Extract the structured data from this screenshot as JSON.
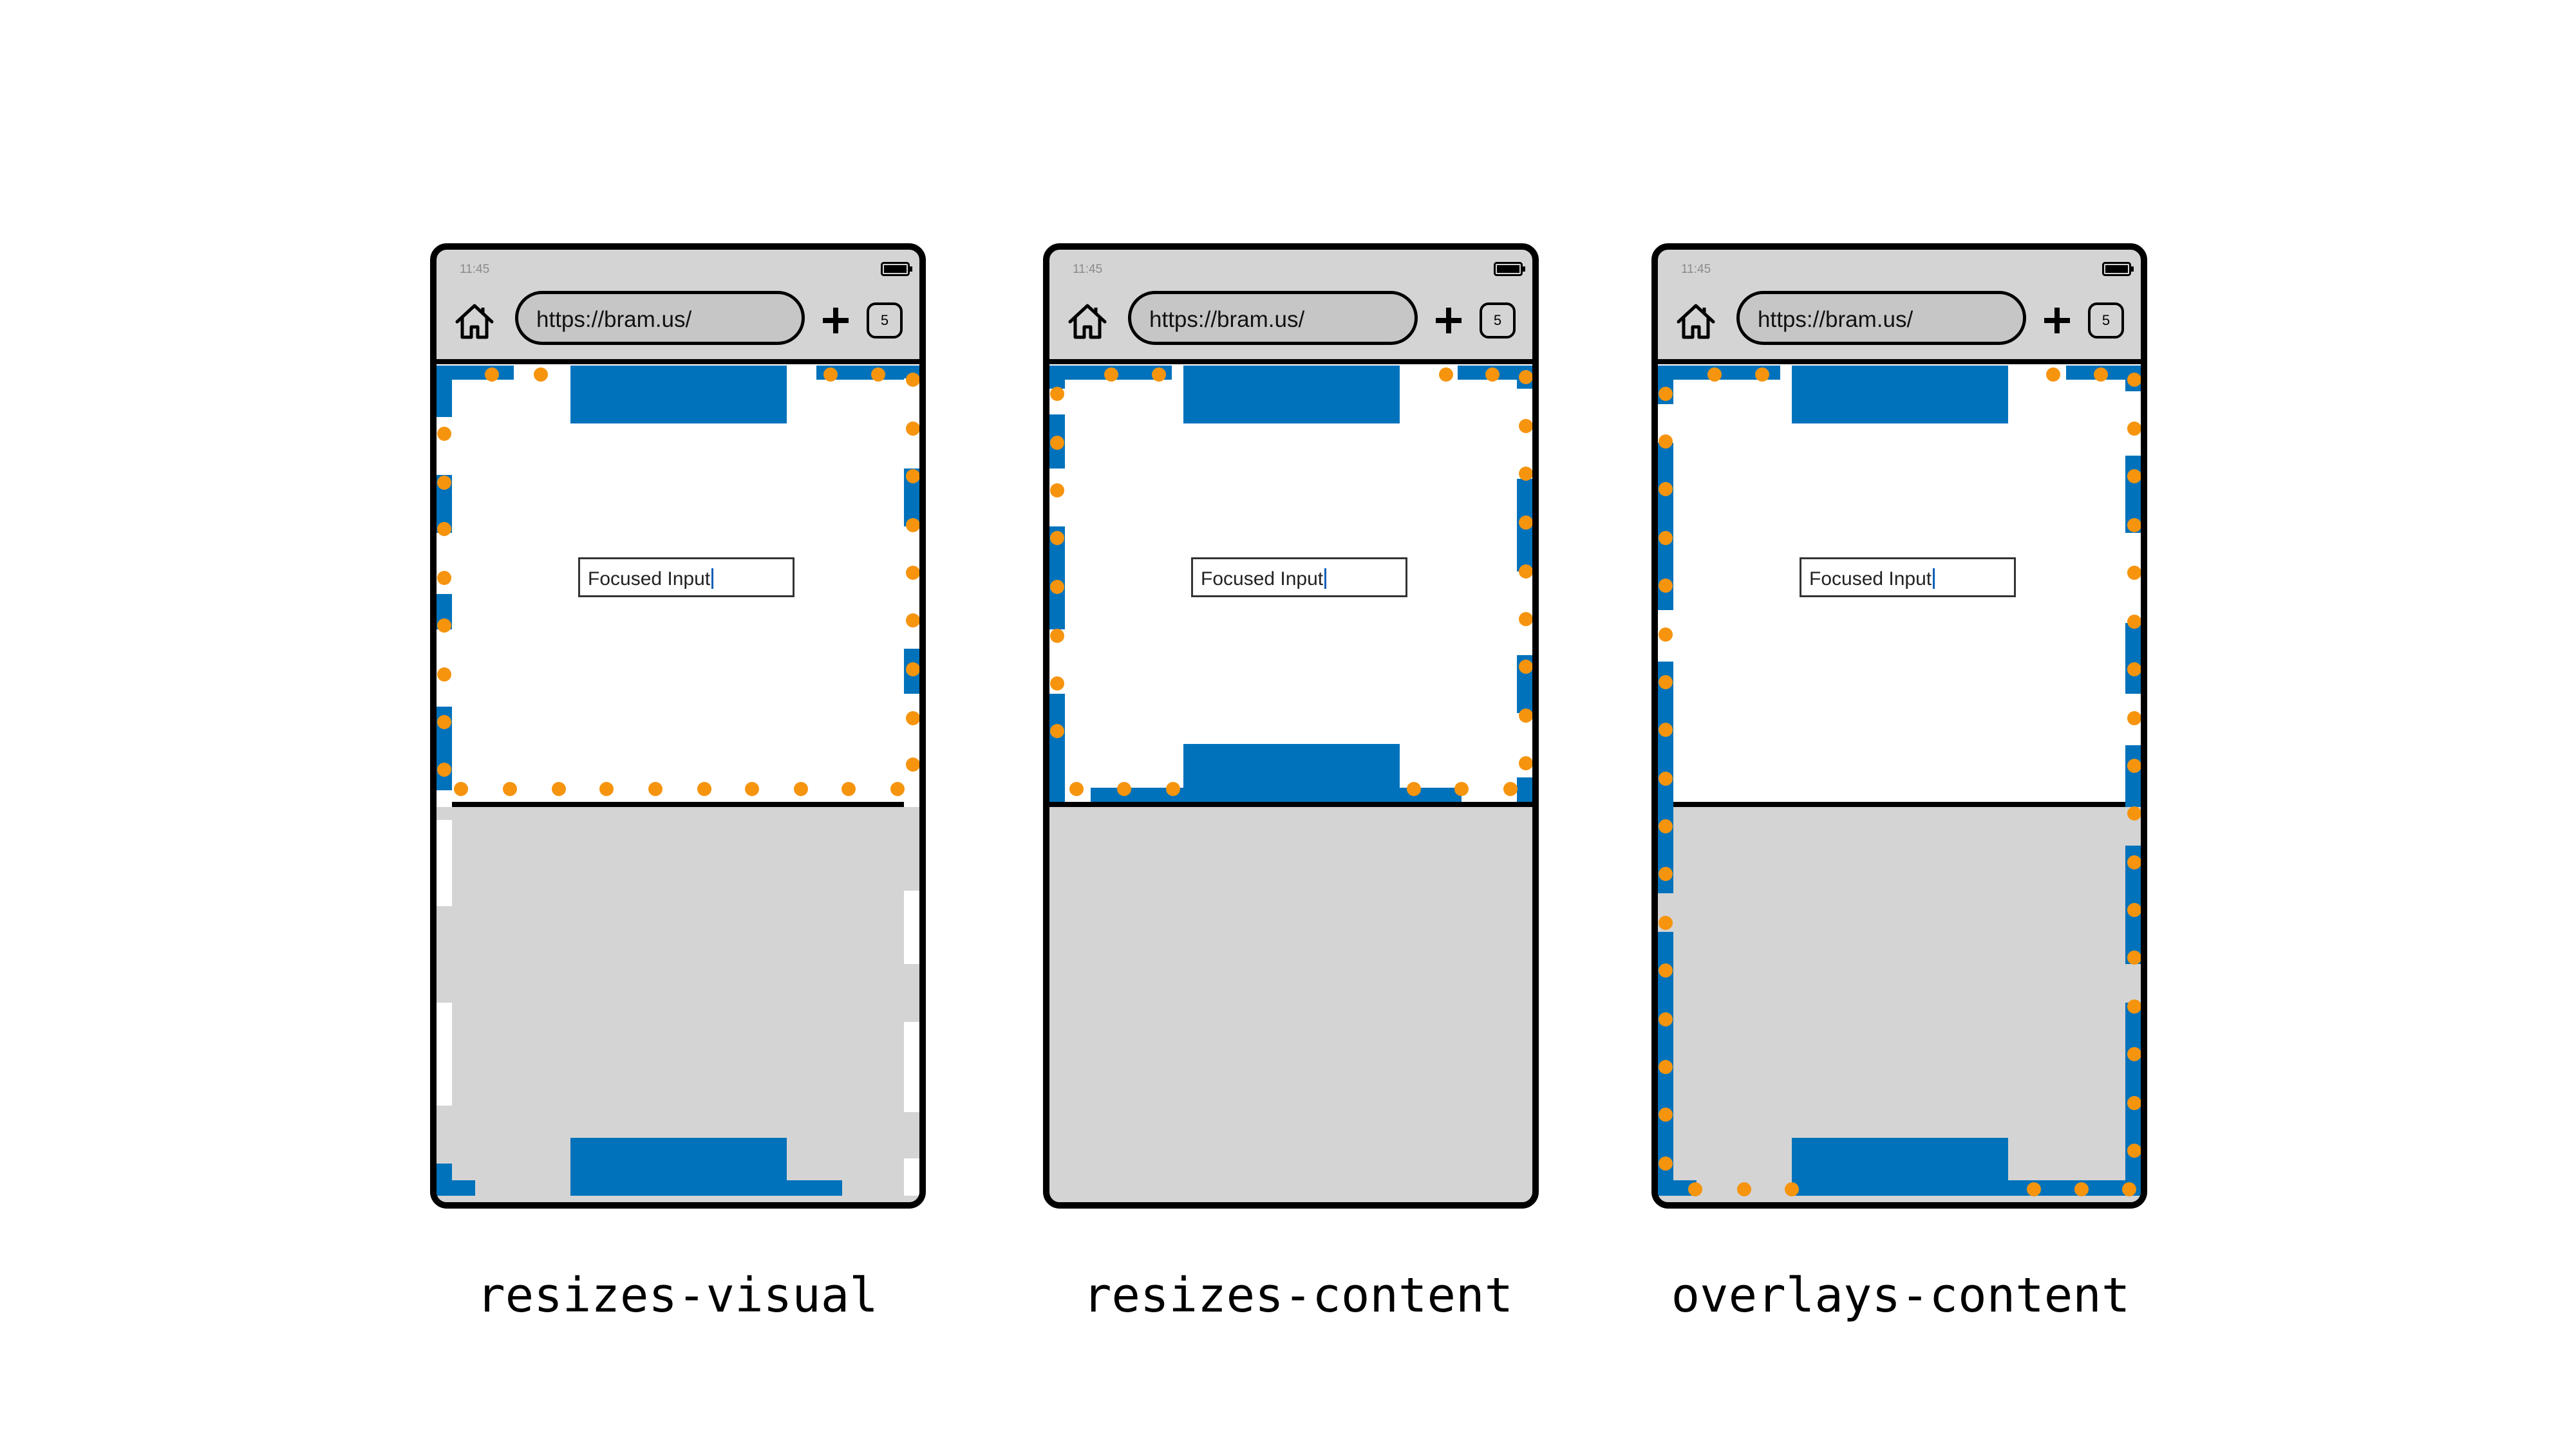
{
  "colors": {
    "blue": "#0072bb",
    "orange": "#f6940e",
    "frame": "#000000",
    "chrome": "#d4d4d4"
  },
  "panels": [
    {
      "id": "resizes-visual",
      "caption": "resizes-visual",
      "status_time": "11:45",
      "url": "https://bram.us/",
      "tab_count": "5",
      "input_text": "Focused Input",
      "blue_frame_bottom": "keyboard-bottom",
      "orange_frame_bottom": "keyboard-top"
    },
    {
      "id": "resizes-content",
      "caption": "resizes-content",
      "status_time": "11:45",
      "url": "https://bram.us/",
      "tab_count": "5",
      "input_text": "Focused Input",
      "blue_frame_bottom": "keyboard-top",
      "orange_frame_bottom": "keyboard-top"
    },
    {
      "id": "overlays-content",
      "caption": "overlays-content",
      "status_time": "11:45",
      "url": "https://bram.us/",
      "tab_count": "5",
      "input_text": "Focused Input",
      "blue_frame_bottom": "keyboard-bottom",
      "orange_frame_bottom": "keyboard-bottom"
    }
  ]
}
